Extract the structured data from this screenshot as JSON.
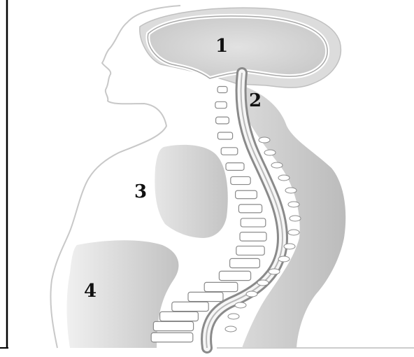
{
  "labels": {
    "one": "1",
    "two": "2",
    "three": "3",
    "four": "4"
  },
  "colors": {
    "background": "#ffffff",
    "outline": "#c8c8c8",
    "back_shading": "#b5b5b5",
    "organ_shading": "#c6c6c6",
    "brain": "#d4d4d4",
    "vertebra": "#ffffff",
    "vertebra_edge": "#8a8a8a",
    "frame": "#000000"
  }
}
